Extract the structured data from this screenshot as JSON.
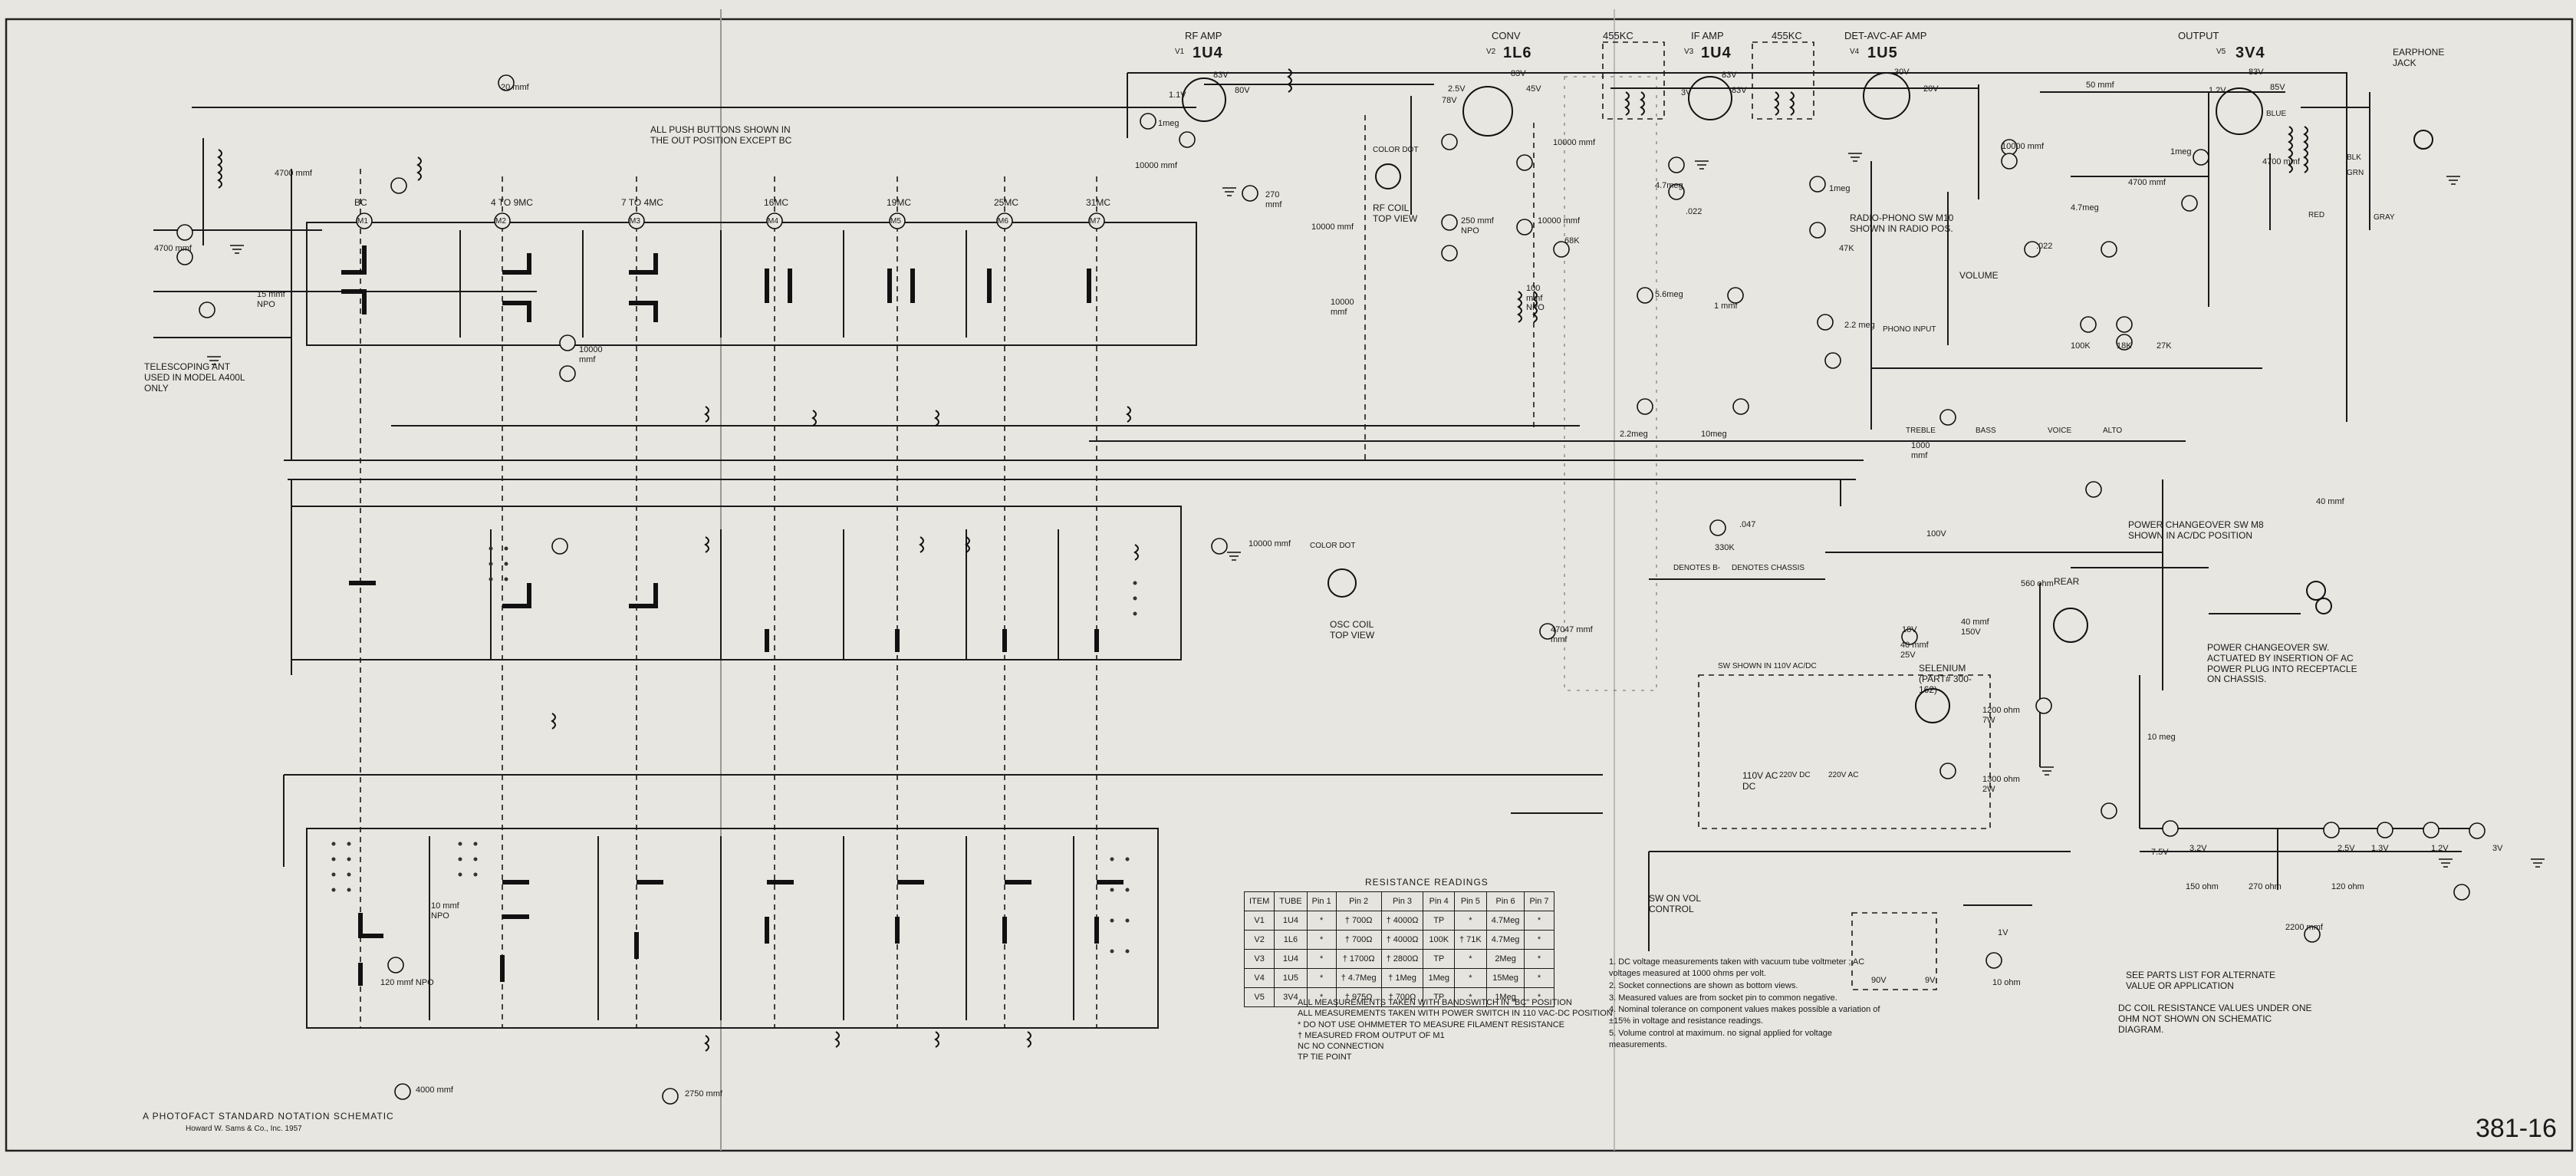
{
  "stages": {
    "rf_amp": {
      "title": "RF AMP",
      "tube": "1U4"
    },
    "conv": {
      "title": "CONV",
      "tube": "1L6"
    },
    "if_amp": {
      "title": "IF AMP",
      "tube": "1U4"
    },
    "if_freq_1": "455KC",
    "if_freq_2": "455KC",
    "det": {
      "title": "DET-AVC-AF AMP",
      "tube": "1U5"
    },
    "output": {
      "title": "OUTPUT",
      "tube": "3V4"
    }
  },
  "tube_refs": {
    "rf": "V1",
    "conv": "V2",
    "if": "V3",
    "det": "V4",
    "out": "V5"
  },
  "bands": [
    "BC",
    "4 TO 9MC",
    "7 TO 4MC",
    "16MC",
    "19MC",
    "25MC",
    "31MC"
  ],
  "band_switches": [
    "M1",
    "M2",
    "M3",
    "M4",
    "M5",
    "M6",
    "M7"
  ],
  "labels": {
    "push_button_note": "ALL PUSH BUTTONS SHOWN IN THE OUT POSITION EXCEPT BC",
    "telescoping": "TELESCOPING ANT USED IN MODEL A400L ONLY",
    "color_dot_rf": "COLOR DOT",
    "rf_coil_view": "RF COIL TOP VIEW",
    "color_dot_osc": "COLOR DOT",
    "osc_coil_view": "OSC COIL TOP VIEW",
    "radio_phono": "RADIO-PHONO SW M10 SHOWN IN RADIO POS.",
    "phono_input": "PHONO INPUT",
    "volume": "VOLUME",
    "treble": "TREBLE",
    "bass": "BASS",
    "voice": "VOICE",
    "alto": "ALTO",
    "earphone_jack": "EARPHONE JACK",
    "power_changeover": "POWER CHANGEOVER SW M8 SHOWN IN AC/DC POSITION",
    "denotes_b": "DENOTES B-",
    "denotes_chassis": "DENOTES CHASSIS",
    "rear": "REAR",
    "sw_shown": "SW SHOWN IN 110V AC/DC",
    "power_changeover_2": "POWER CHANGEOVER SW. ACTUATED BY INSERTION OF AC POWER PLUG INTO RECEPTACLE ON CHASSIS.",
    "sw_on_vol": "SW ON VOL CONTROL",
    "see_parts": "SEE PARTS LIST FOR ALTERNATE VALUE OR APPLICATION",
    "dc_coil": "DC COIL RESISTANCE VALUES UNDER ONE OHM NOT SHOWN ON SCHEMATIC DIAGRAM.",
    "sam_line1": "A PHOTOFACT STANDARD NOTATION SCHEMATIC",
    "sam_line2": "Howard W. Sams & Co., Inc. 1957",
    "page_number": "381-16",
    "wire_blue": "BLUE",
    "wire_blk": "BLK",
    "wire_grn": "GRN",
    "wire_red": "RED",
    "wire_gray": "GRAY",
    "sel_part": "SELENIUM (PART# 300-162)",
    "ac_110": "110V AC DC",
    "dc_220": "220V DC",
    "ac_220": "220V AC"
  },
  "voltages": [
    "83V",
    "80V",
    "1.1V",
    "2.5V",
    "83V",
    "45V",
    "78V",
    "3V",
    "83V",
    "83V",
    "30V",
    "20V",
    "1.2V",
    "83V",
    "85V",
    "100V",
    "18V",
    "1V",
    "2.5V",
    "1.2V",
    "3V",
    "9V",
    "90V",
    "3.2V",
    "7.5V",
    "1.3V"
  ],
  "components": {
    "R1": "1meg",
    "C4": "10000 mmf",
    "R2": "270 mmf",
    "C14": "250 mmf NPO",
    "R8": "10000 mmf",
    "R10": "10000 mmf",
    "C15": "10000 mmf",
    "R11": "5.6meg",
    "C20": "4.7meg",
    "C21": ".022",
    "R13": "1meg",
    "C22": "1 mmf",
    "R15": "47K",
    "C24": "2.2 meg",
    "C28": "10000 mmf",
    "R16": "4.7meg",
    "C29": ".022",
    "C30": "50 mmf",
    "R20": "1meg",
    "C31": "4700 mmf",
    "C32": "4700 mmf",
    "C10": "4700 mmf",
    "C9": "4700 mmf",
    "C5": "20 mmf",
    "C6": "15 mmf NPO",
    "C1": "40 mmf",
    "R5": "68K",
    "C13": "10000 mmf",
    "C25": "100 mmf NPO",
    "R3": "2.2meg",
    "R4": "10meg",
    "R6": "100K",
    "R7": "18K",
    "R9": "27K",
    "C26": "1000 mmf",
    "C33": "10000 mmf",
    "C35": "47 mmf",
    "R14": "330K",
    "C34": ".047",
    "R18": "560 ohm",
    "C38": "40 mmf 25V",
    "C39": "40 mmf 150V",
    "R19": "10 meg",
    "C40": "10 mmf NPO",
    "C41": "120 mmf NPO",
    "C42": "4000 mmf",
    "C43": "2750 mmf",
    "C44": "10000 mmf",
    "C45": "470 mmf",
    "R21": "1200 ohm 7W",
    "R22": "1300 ohm 2W",
    "R23": "150 ohm",
    "R24": "270 ohm",
    "R25": "120 ohm",
    "C46": "2200 mmf",
    "R26": "10 ohm"
  },
  "resistance_table": {
    "title": "RESISTANCE READINGS",
    "headers": [
      "ITEM",
      "TUBE",
      "Pin 1",
      "Pin 2",
      "Pin 3",
      "Pin 4",
      "Pin 5",
      "Pin 6",
      "Pin 7"
    ],
    "rows": [
      [
        "V1",
        "1U4",
        "*",
        "† 700Ω",
        "† 4000Ω",
        "TP",
        "*",
        "4.7Meg",
        "*"
      ],
      [
        "V2",
        "1L6",
        "*",
        "† 700Ω",
        "† 4000Ω",
        "100K",
        "† 71K",
        "4.7Meg",
        "*"
      ],
      [
        "V3",
        "1U4",
        "*",
        "† 1700Ω",
        "† 2800Ω",
        "TP",
        "*",
        "2Meg",
        "*"
      ],
      [
        "V4",
        "1U5",
        "*",
        "† 4.7Meg",
        "† 1Meg",
        "1Meg",
        "*",
        "15Meg",
        "*"
      ],
      [
        "V5",
        "3V4",
        "*",
        "† 975Ω",
        "† 700Ω",
        "TP",
        "*",
        "1Meg",
        "*"
      ]
    ],
    "notes": [
      "ALL MEASUREMENTS TAKEN WITH BANDSWITCH IN \"BC\" POSITION",
      "ALL MEASUREMENTS TAKEN WITH POWER SWITCH IN 110 VAC-DC POSITION",
      "* DO NOT USE OHMMETER TO MEASURE FILAMENT RESISTANCE",
      "† MEASURED FROM OUTPUT OF M1",
      "NC NO CONNECTION",
      "TP TIE POINT"
    ]
  },
  "general_notes": [
    "1. DC voltage measurements taken with vacuum tube voltmeter ; AC voltages measured at 1000 ohms per volt.",
    "2. Socket connections are shown as bottom views.",
    "3. Measured values are from socket pin to common negative.",
    "4. Nominal tolerance on component values makes possible a variation of ±15% in voltage and resistance readings.",
    "5. Volume control at maximum. no signal applied for voltage measurements."
  ]
}
